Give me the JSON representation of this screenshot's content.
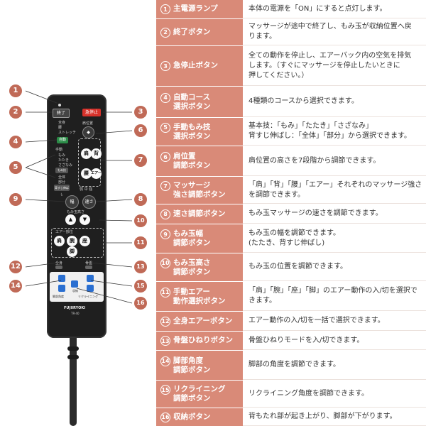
{
  "rows": [
    {
      "num": "1",
      "label": "主電源ランプ",
      "desc": "本体の電源を「ON」にすると点灯します。"
    },
    {
      "num": "2",
      "label": "終了ボタン",
      "desc": "マッサージが途中で終了し、もみ玉が収納位置へ戻\nります。"
    },
    {
      "num": "3",
      "label": "急停止ボタン",
      "desc": "全ての動作を停止し、エアーバック内の空気を排気\nします。（すぐにマッサージを停止したいときに\n押してください。）"
    },
    {
      "num": "4",
      "label": "自動コース\n選択ボタン",
      "desc": "4種類のコースから選択できます。"
    },
    {
      "num": "5",
      "label": "手動もみ技\n選択ボタン",
      "desc": "基本技：「もみ」「たたき」「さざなみ」\n背すじ伸ばし：「全体」「部分」から選択できます。"
    },
    {
      "num": "6",
      "label": "肩位置\n調節ボタン",
      "desc": "肩位置の高さを7段階から調節できます。"
    },
    {
      "num": "7",
      "label": "マッサージ\n強さ調節ボタン",
      "desc": "「肩」「背」「腰」「エアー」それぞれのマッサージ強さ\nを調節できます。"
    },
    {
      "num": "8",
      "label": "速さ調節ボタン",
      "desc": "もみ玉マッサージの速さを調節できます。"
    },
    {
      "num": "9",
      "label": "もみ玉幅\n調節ボタン",
      "desc": "もみ玉の幅を調節できます。\n(たたき、背すじ伸ばし)"
    },
    {
      "num": "10",
      "label": "もみ玉高さ\n調節ボタン",
      "desc": "もみ玉の位置を調節できます。"
    },
    {
      "num": "11",
      "label": "手動エアー\n動作選択ボタン",
      "desc": "「肩」「腕」「座」「脚」のエアー動作の入/切を選択で\nきます。"
    },
    {
      "num": "12",
      "label": "全身エアーボタン",
      "desc": "エアー動作の入/切を一括で選択できます。"
    },
    {
      "num": "13",
      "label": "骨盤ひねりボタン",
      "desc": "骨盤ひねりモードを入/切できます。"
    },
    {
      "num": "14",
      "label": "脚部角度\n調節ボタン",
      "desc": "脚部の角度を調節できます。"
    },
    {
      "num": "15",
      "label": "リクライニング\n調節ボタン",
      "desc": "リクライニング角度を調節できます。"
    },
    {
      "num": "16",
      "label": "収納ボタン",
      "desc": "背もたれ部が起き上がり、脚部が下がります。"
    }
  ],
  "remote": {
    "end_label": "終了",
    "stop_label": "急停止",
    "shoulder_pos_label": "肩位置",
    "manual_label": "手動",
    "auto_items": [
      "全身",
      "腰",
      "ストレッチ"
    ],
    "auto_btn_label": "自動",
    "tech_items": [
      "もみ",
      "たたき",
      "さざなみ"
    ],
    "tech_label": "もみ技",
    "stretch_items": [
      "全体",
      "部分"
    ],
    "stretch_label": "背すじ伸ばし",
    "strength_btns": [
      "肩",
      "背",
      "腰",
      "エアー"
    ],
    "strength_levels": "弱 中 強",
    "width_btn": "幅",
    "speed_btn": "速さ",
    "height_label": "もみ玉高さ",
    "air_label": "エアー部位",
    "air_btns": [
      "肩",
      "腕",
      "座",
      "脚"
    ],
    "full_air_label": "全身",
    "pelvis_label": "骨盤",
    "leg_label": "脚部角度",
    "recline_label": "リクライニング",
    "store_label": "収納",
    "brand": "FUJIIRYOKI",
    "model": "TR-40",
    "callout_left": [
      "1",
      "2",
      "4",
      "5",
      "9",
      "12",
      "14"
    ],
    "callout_right": [
      "3",
      "6",
      "7",
      "8",
      "10",
      "11",
      "13",
      "15",
      "16"
    ]
  },
  "colors": {
    "label_bg": "#d98a78",
    "callout": "#c06a57",
    "remote": "#1f1f1f",
    "stop_btn": "#d7322b",
    "accent_blue": "#2a6fd1"
  }
}
